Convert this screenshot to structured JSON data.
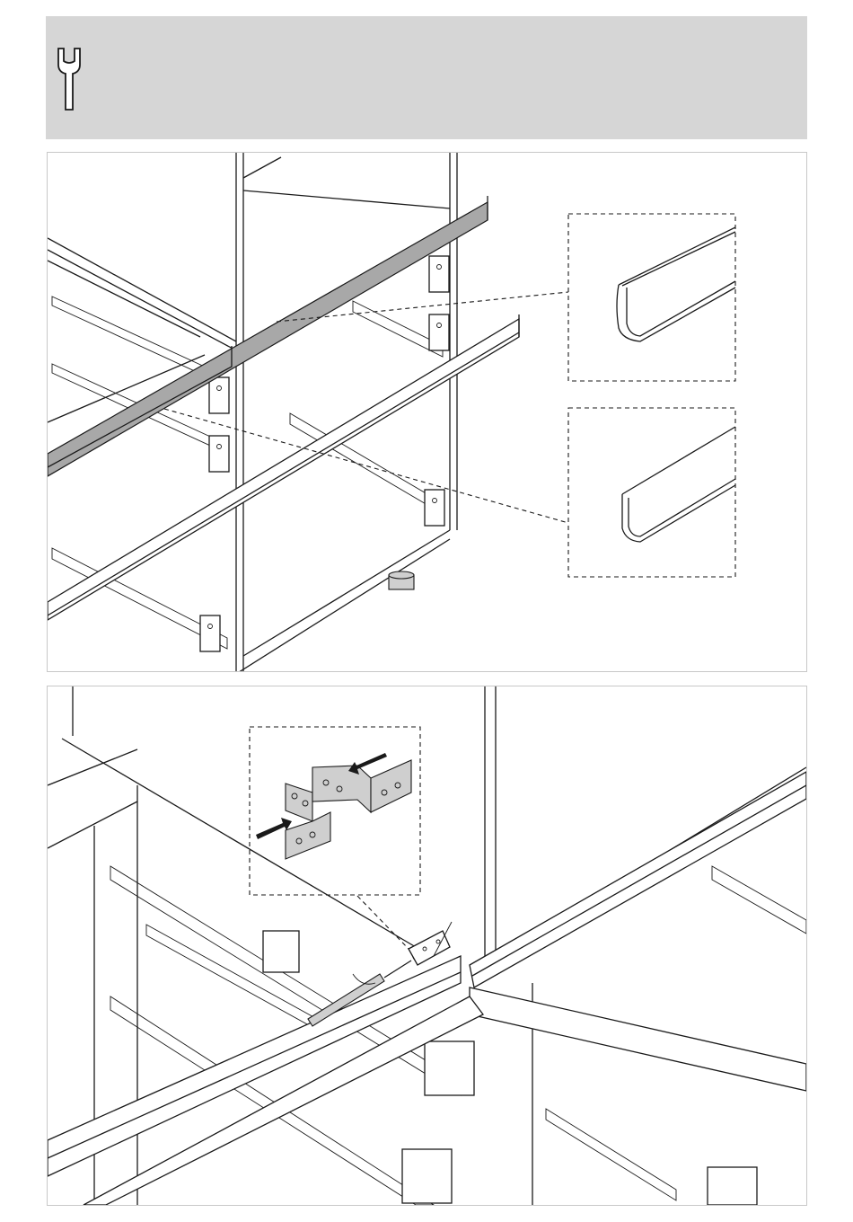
{
  "header": {
    "icon": "wrench-icon",
    "background_color": "#d6d6d6"
  },
  "panels": [
    {
      "id": "step-profile-selection",
      "callouts": [
        "profile-type-a",
        "profile-type-b"
      ]
    },
    {
      "id": "step-connector-mounting",
      "callouts": [
        "connector-brackets"
      ]
    }
  ],
  "colors": {
    "line": "#1a1a1a",
    "highlight_profile": "#a8a8a8",
    "panel_border": "#c8c8c8"
  }
}
